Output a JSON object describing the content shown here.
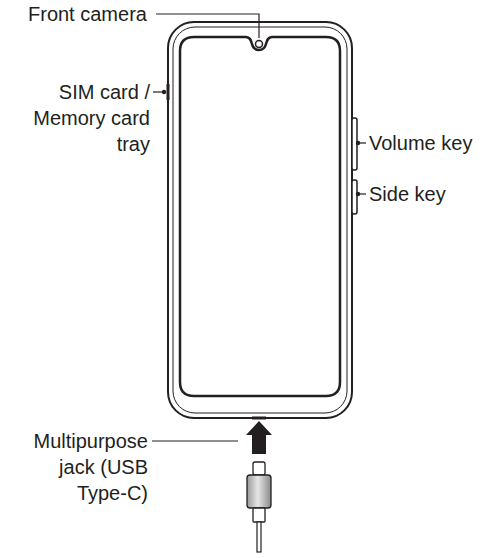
{
  "diagram": {
    "labels": [
      "Front camera",
      "SIM card / Memory card tray",
      "Volume key",
      "Side key",
      "Multipurpose jack (USB Type-C)"
    ]
  }
}
